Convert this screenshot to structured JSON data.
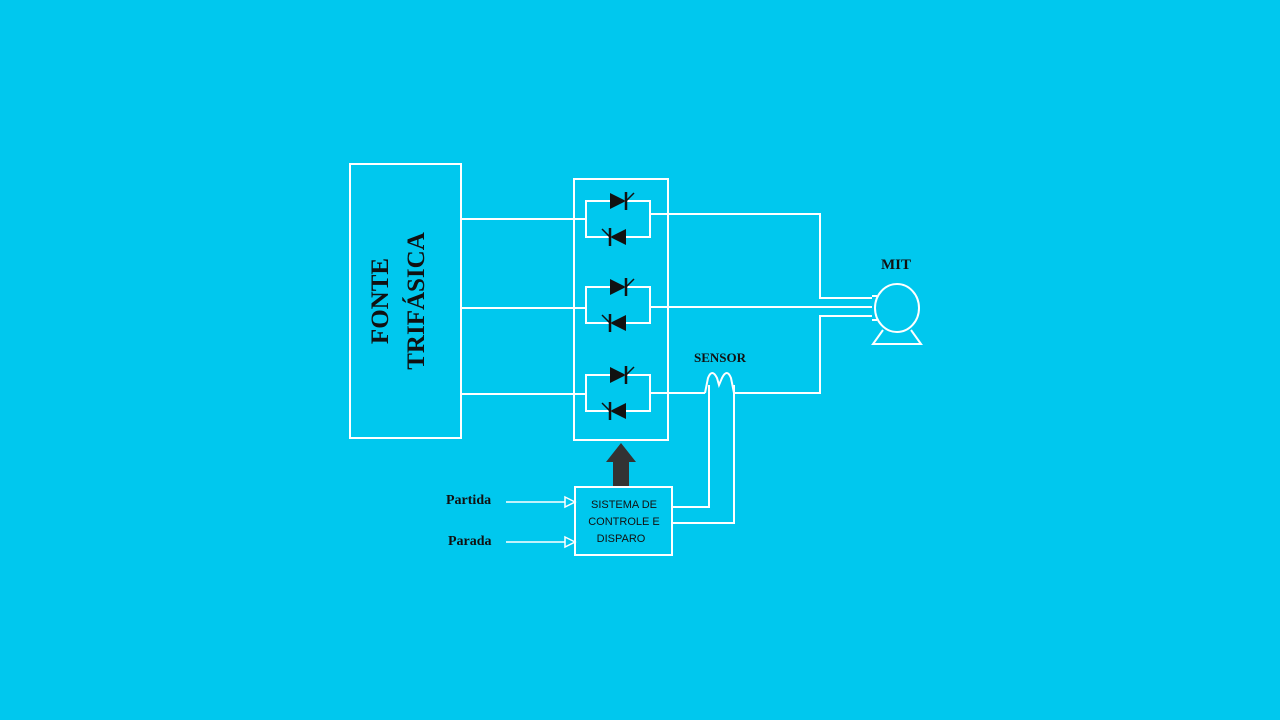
{
  "colors": {
    "background": "#00c8ee",
    "line": "#ffffff",
    "ink": "#111111",
    "arrow": "#333333"
  },
  "source_block": {
    "line1": "FONTE",
    "line2": "TRIFÁSICA"
  },
  "motor": {
    "label": "MIT",
    "icon": "induction-motor-icon"
  },
  "sensor": {
    "label": "SENSOR",
    "icon": "current-sensor-icon"
  },
  "control_block": {
    "line1": "SISTEMA DE",
    "line2": "CONTROLE E",
    "line3": "DISPARO"
  },
  "inputs": {
    "start": "Partida",
    "stop": "Parada"
  },
  "thyristor_module": {
    "icon": "antiparallel-thyristor-icon",
    "phases": 3
  }
}
